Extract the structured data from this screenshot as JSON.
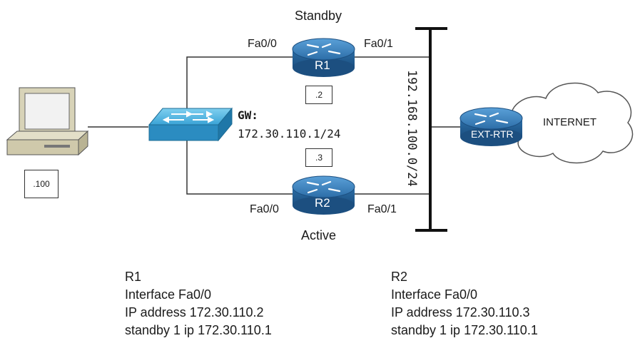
{
  "r1": {
    "status": "Standby",
    "name": "R1",
    "left_port": "Fa0/0",
    "right_port": "Fa0/1",
    "host_id": ".2"
  },
  "r2": {
    "status": "Active",
    "name": "R2",
    "left_port": "Fa0/0",
    "right_port": "Fa0/1",
    "host_id": ".3"
  },
  "pc": {
    "host_id": ".100"
  },
  "switch": {
    "gateway_label": "GW:",
    "gateway_value": "172.30.110.1/24"
  },
  "network": {
    "subnet": "192.168.100.0/24"
  },
  "ext_router": {
    "name": "EXT-RTR"
  },
  "cloud": {
    "label": "INTERNET"
  },
  "config": {
    "r1": [
      "R1",
      "Interface Fa0/0",
      "IP address 172.30.110.2",
      "standby 1 ip 172.30.110.1"
    ],
    "r2": [
      "R2",
      "Interface Fa0/0",
      "IP address 172.30.110.3",
      "standby 1 ip 172.30.110.1"
    ]
  },
  "colors": {
    "router_blue": "#2b6fa8",
    "switch_blue": "#3fa7d9",
    "pc_beige": "#d8d3b8"
  }
}
